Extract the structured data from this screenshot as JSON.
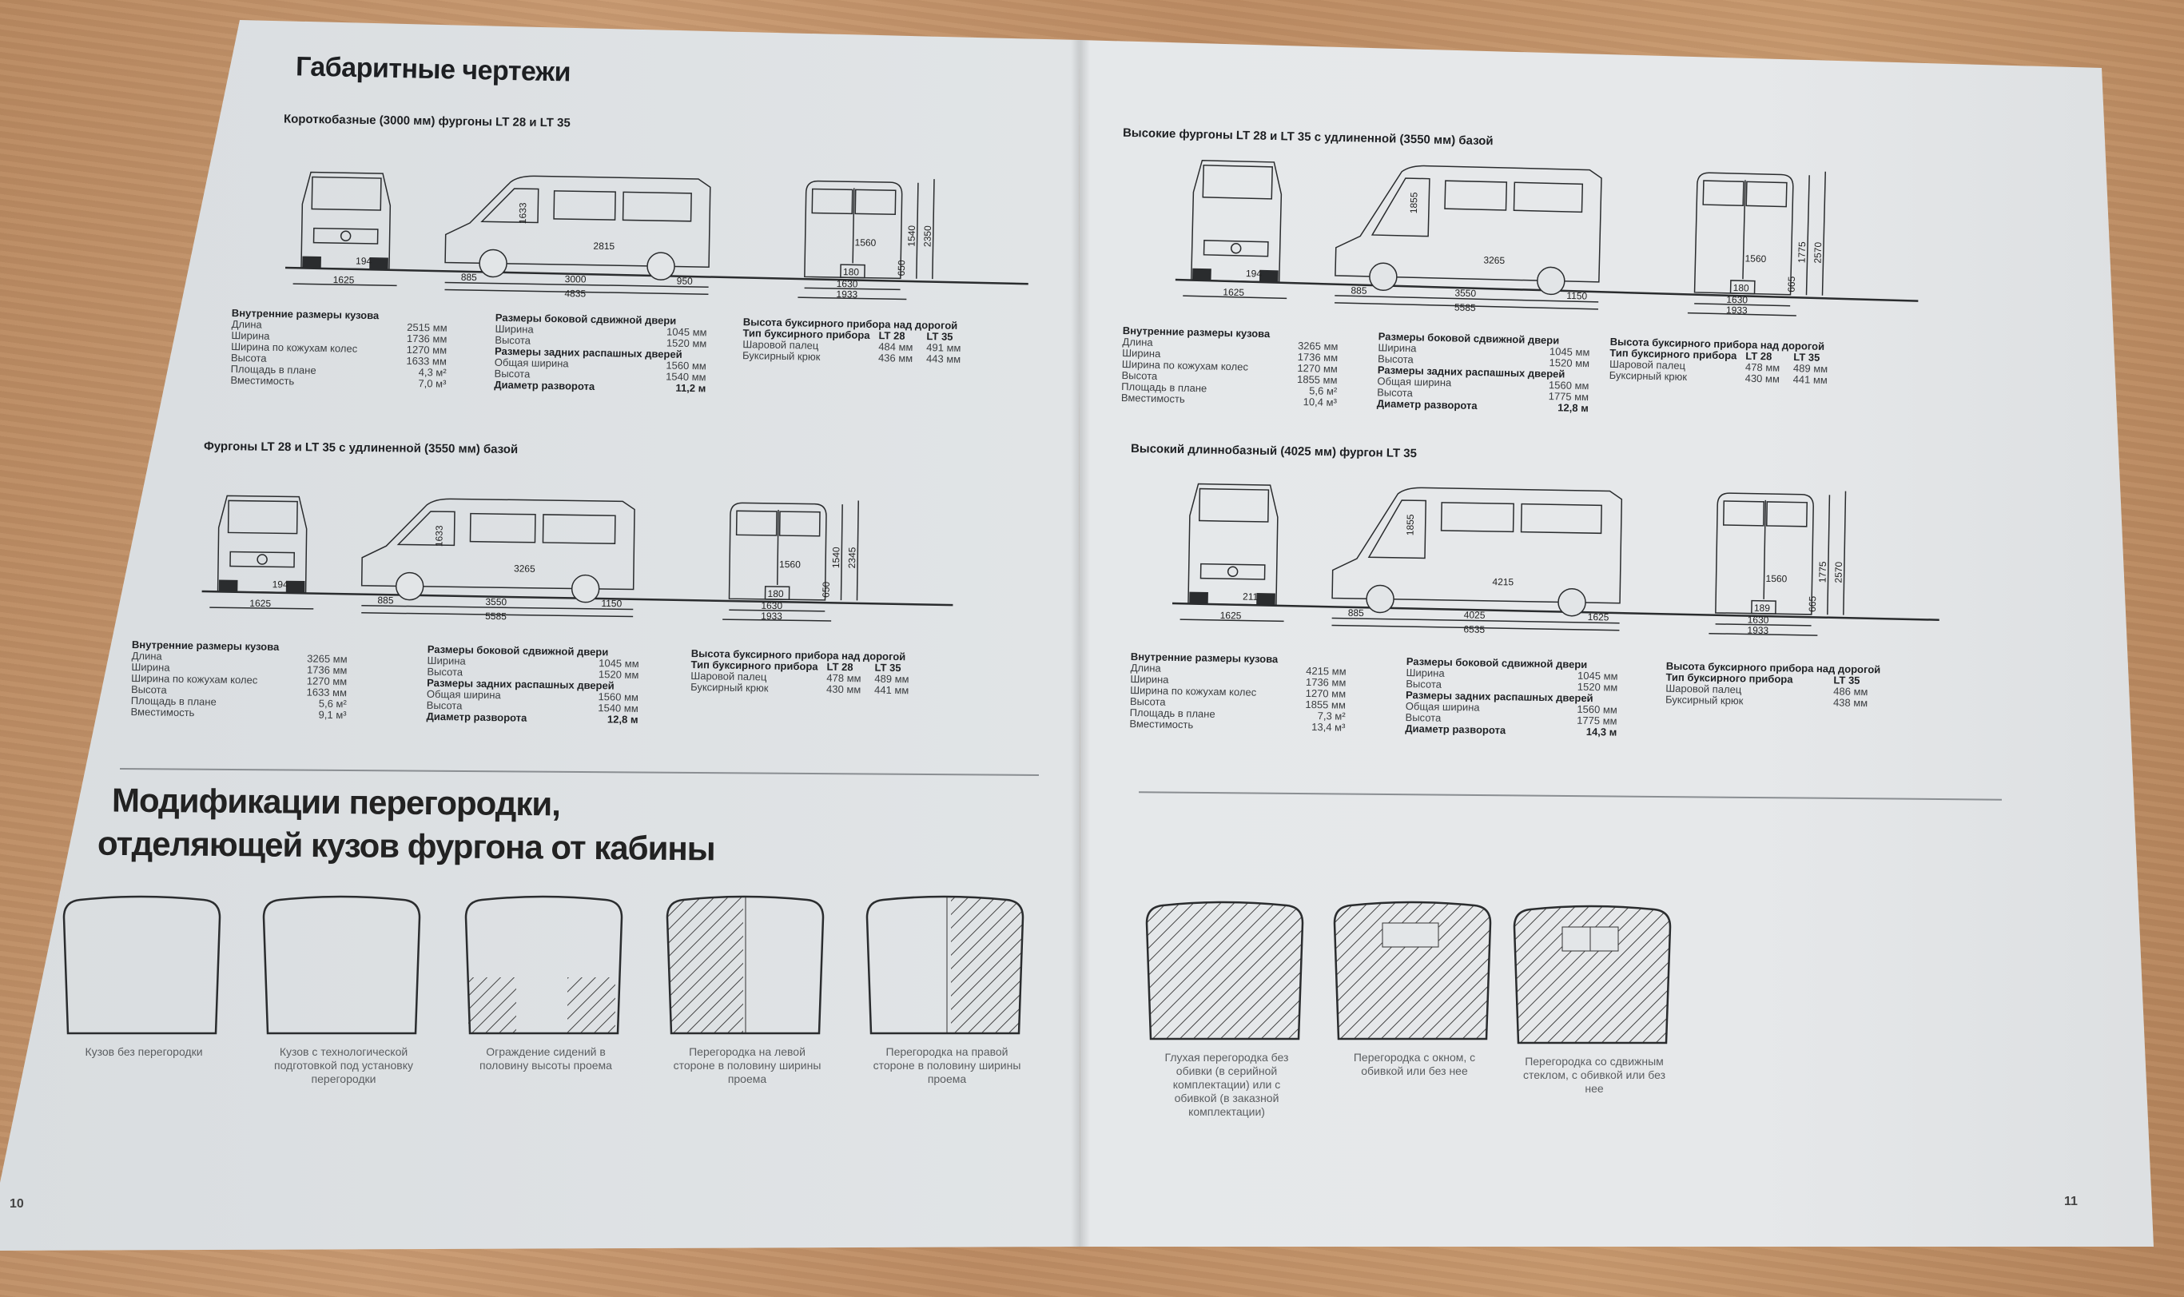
{
  "left_page": {
    "title": "Габаритные чертежи",
    "page_number": "10",
    "sections": [
      {
        "subtitle": "Короткобазные (3000 мм) фургоны LT 28 и LT 35",
        "dims": {
          "front": [
            "1625",
            "194"
          ],
          "side": [
            "885",
            "3000",
            "4835",
            "950",
            "1633",
            "2815"
          ],
          "rear": [
            "1630",
            "1933",
            "1560",
            "180",
            "1540",
            "2350",
            "650"
          ]
        },
        "specs": {
          "interior": {
            "title": "Внутренние размеры кузова",
            "rows": [
              [
                "Длина",
                "2515 мм"
              ],
              [
                "Ширина",
                "1736 мм"
              ],
              [
                "Ширина по кожухам колес",
                "1270 мм"
              ],
              [
                "Высота",
                "1633 мм"
              ],
              [
                "Площадь в плане",
                "4,3 м²"
              ],
              [
                "Вместимость",
                "7,0 м³"
              ]
            ]
          },
          "door": {
            "title": "Размеры боковой сдвижной двери",
            "rows": [
              [
                "Ширина",
                "1045 мм"
              ],
              [
                "Высота",
                "1520 мм"
              ]
            ]
          },
          "rear": {
            "title": "Размеры задних распашных дверей",
            "rows": [
              [
                "Общая ширина",
                "1560 мм"
              ],
              [
                "Высота",
                "1540 мм"
              ]
            ]
          },
          "turning": [
            "Диаметр разворота",
            "11,2 м"
          ],
          "tow": {
            "title": "Высота буксирного прибора над дорогой",
            "type_label": "Тип буксирного прибора",
            "cols": [
              "LT 28",
              "LT 35"
            ],
            "rows": [
              [
                "Шаровой палец",
                "484 мм",
                "491 мм"
              ],
              [
                "Буксирный крюк",
                "436 мм",
                "443 мм"
              ]
            ]
          }
        }
      },
      {
        "subtitle": "Фургоны LT 28 и LT 35 с удлиненной (3550 мм) базой",
        "dims": {
          "front": [
            "1625",
            "194"
          ],
          "side": [
            "885",
            "3550",
            "5585",
            "1150",
            "1633",
            "3265"
          ],
          "rear": [
            "1630",
            "1933",
            "1560",
            "180",
            "1540",
            "2345",
            "650"
          ]
        },
        "specs": {
          "interior": {
            "title": "Внутренние размеры кузова",
            "rows": [
              [
                "Длина",
                "3265 мм"
              ],
              [
                "Ширина",
                "1736 мм"
              ],
              [
                "Ширина по кожухам колес",
                "1270 мм"
              ],
              [
                "Высота",
                "1633 мм"
              ],
              [
                "Площадь в плане",
                "5,6 м²"
              ],
              [
                "Вместимость",
                "9,1 м³"
              ]
            ]
          },
          "door": {
            "title": "Размеры боковой сдвижной двери",
            "rows": [
              [
                "Ширина",
                "1045 мм"
              ],
              [
                "Высота",
                "1520 мм"
              ]
            ]
          },
          "rear": {
            "title": "Размеры задних распашных дверей",
            "rows": [
              [
                "Общая ширина",
                "1560 мм"
              ],
              [
                "Высота",
                "1540 мм"
              ]
            ]
          },
          "turning": [
            "Диаметр разворота",
            "12,8 м"
          ],
          "tow": {
            "title": "Высота буксирного прибора над дорогой",
            "type_label": "Тип буксирного прибора",
            "cols": [
              "LT 28",
              "LT 35"
            ],
            "rows": [
              [
                "Шаровой палец",
                "478 мм",
                "489 мм"
              ],
              [
                "Буксирный крюк",
                "430 мм",
                "441 мм"
              ]
            ]
          }
        }
      }
    ],
    "partition_heading": [
      "Модификации перегородки,",
      "отделяющей кузов фургона от кабины"
    ],
    "partitions": [
      {
        "type": "none",
        "caption": "Кузов без перегородки"
      },
      {
        "type": "prepared",
        "caption": "Кузов с технологической подготовкой под установку перегородки"
      },
      {
        "type": "bottom",
        "caption": "Ограждение сидений в половину высоты проема"
      },
      {
        "type": "left",
        "caption": "Перегородка на левой стороне в половину ширины проема"
      },
      {
        "type": "right",
        "caption": "Перегородка на правой стороне в половину ширины проема"
      }
    ]
  },
  "right_page": {
    "page_number": "11",
    "sections": [
      {
        "subtitle": "Высокие фургоны LT 28 и LT 35 с удлиненной (3550 мм) базой",
        "dims": {
          "front": [
            "1625",
            "194"
          ],
          "side": [
            "885",
            "3550",
            "5585",
            "1150",
            "1855",
            "3265"
          ],
          "rear": [
            "1630",
            "1933",
            "1560",
            "180",
            "1775",
            "2570",
            "665"
          ]
        },
        "specs": {
          "interior": {
            "title": "Внутренние размеры кузова",
            "rows": [
              [
                "Длина",
                "3265 мм"
              ],
              [
                "Ширина",
                "1736 мм"
              ],
              [
                "Ширина по кожухам колес",
                "1270 мм"
              ],
              [
                "Высота",
                "1855 мм"
              ],
              [
                "Площадь в плане",
                "5,6 м²"
              ],
              [
                "Вместимость",
                "10,4 м³"
              ]
            ]
          },
          "door": {
            "title": "Размеры боковой сдвижной двери",
            "rows": [
              [
                "Ширина",
                "1045 мм"
              ],
              [
                "Высота",
                "1520 мм"
              ]
            ]
          },
          "rear": {
            "title": "Размеры задних распашных дверей",
            "rows": [
              [
                "Общая ширина",
                "1560 мм"
              ],
              [
                "Высота",
                "1775 мм"
              ]
            ]
          },
          "turning": [
            "Диаметр разворота",
            "12,8 м"
          ],
          "tow": {
            "title": "Высота буксирного прибора над дорогой",
            "type_label": "Тип буксирного прибора",
            "cols": [
              "LT 28",
              "LT 35"
            ],
            "rows": [
              [
                "Шаровой палец",
                "478 мм",
                "489 мм"
              ],
              [
                "Буксирный крюк",
                "430 мм",
                "441 мм"
              ]
            ]
          }
        }
      },
      {
        "subtitle": "Высокий длиннобазный (4025 мм) фургон LT 35",
        "dims": {
          "front": [
            "1625",
            "211"
          ],
          "side": [
            "885",
            "4025",
            "6535",
            "1625",
            "1855",
            "4215"
          ],
          "rear": [
            "1630",
            "1933",
            "1560",
            "189",
            "1775",
            "2570",
            "665"
          ]
        },
        "specs": {
          "interior": {
            "title": "Внутренние размеры кузова",
            "rows": [
              [
                "Длина",
                "4215 мм"
              ],
              [
                "Ширина",
                "1736 мм"
              ],
              [
                "Ширина по кожухам колес",
                "1270 мм"
              ],
              [
                "Высота",
                "1855 мм"
              ],
              [
                "Площадь в плане",
                "7,3 м²"
              ],
              [
                "Вместимость",
                "13,4 м³"
              ]
            ]
          },
          "door": {
            "title": "Размеры боковой сдвижной двери",
            "rows": [
              [
                "Ширина",
                "1045 мм"
              ],
              [
                "Высота",
                "1520 мм"
              ]
            ]
          },
          "rear": {
            "title": "Размеры задних распашных дверей",
            "rows": [
              [
                "Общая ширина",
                "1560 мм"
              ],
              [
                "Высота",
                "1775 мм"
              ]
            ]
          },
          "turning": [
            "Диаметр разворота",
            "14,3 м"
          ],
          "tow": {
            "title": "Высота буксирного прибора над дорогой",
            "type_label": "Тип буксирного прибора",
            "cols": [
              "LT 35"
            ],
            "rows": [
              [
                "Шаровой палец",
                "486 мм"
              ],
              [
                "Буксирный крюк",
                "438 мм"
              ]
            ]
          }
        }
      }
    ],
    "partitions": [
      {
        "type": "full",
        "caption": "Глухая перегородка без обивки (в серийной комплектации) или с обивкой (в заказной комплектации)"
      },
      {
        "type": "window",
        "caption": "Перегородка с окном, с обивкой или без нее"
      },
      {
        "type": "sliding",
        "caption": "Перегородка со сдвижным стеклом, с обивкой или без нее"
      }
    ]
  }
}
